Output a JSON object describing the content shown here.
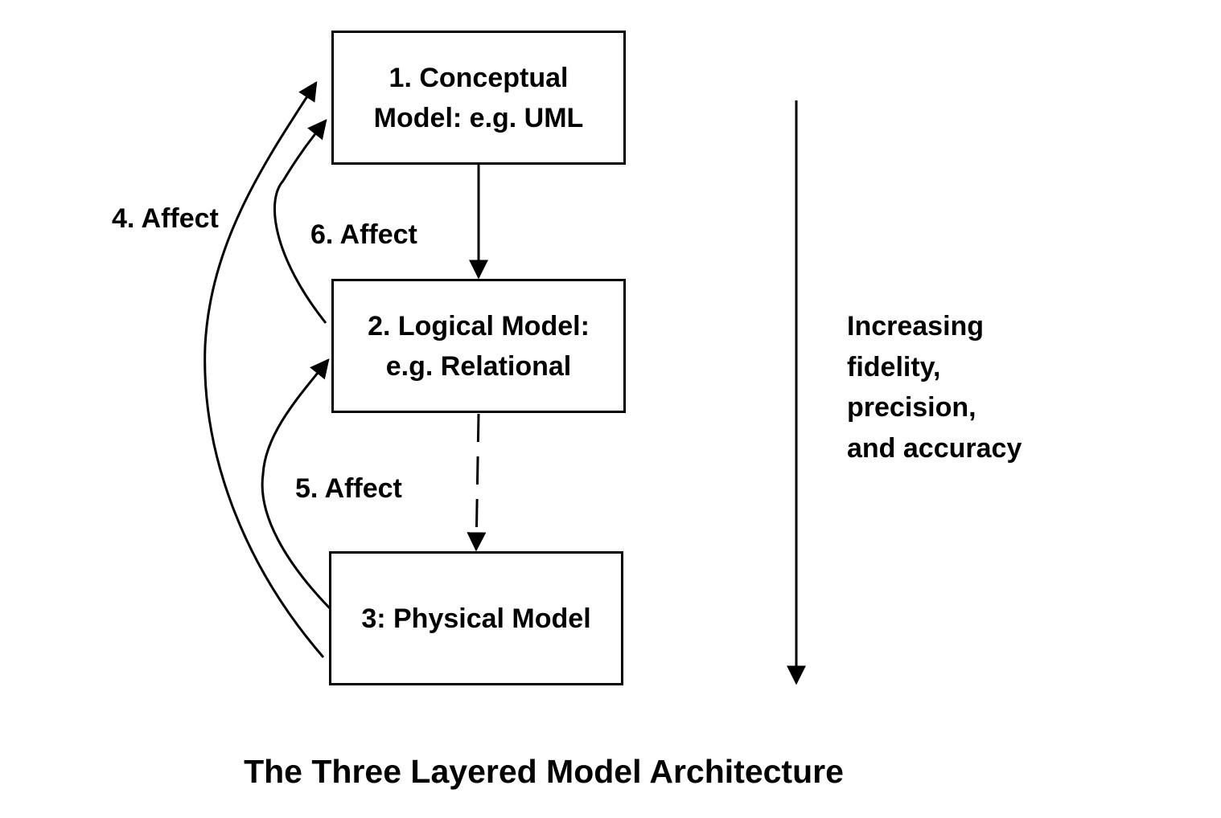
{
  "boxes": {
    "conceptual": {
      "line1": "1. Conceptual",
      "line2": "Model: e.g. UML"
    },
    "logical": {
      "line1": "2. Logical Model:",
      "line2": "e.g. Relational"
    },
    "physical": {
      "line1": "3: Physical Model"
    }
  },
  "edge_labels": {
    "affect_4": "4. Affect",
    "affect_5": "5. Affect",
    "affect_6": "6. Affect"
  },
  "side_note": {
    "lines": [
      "Increasing",
      "fidelity,",
      "precision,",
      "and accuracy"
    ]
  },
  "title": "The Three Layered Model Architecture",
  "colors": {
    "stroke": "#000000",
    "background": "#ffffff"
  }
}
